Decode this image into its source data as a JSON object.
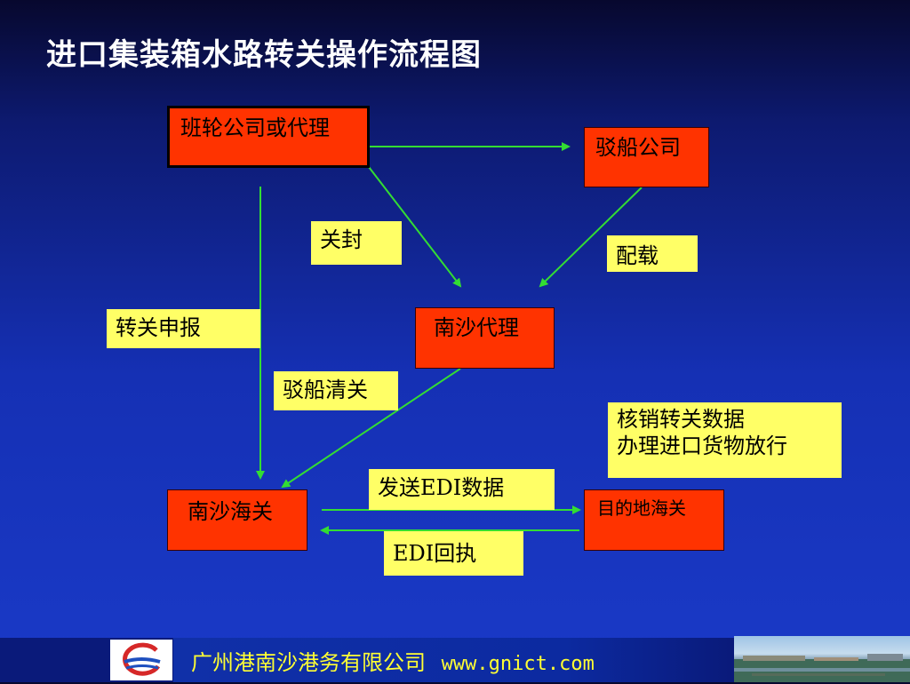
{
  "title": "进口集装箱水路转关操作流程图",
  "nodes": {
    "shipping_company": "班轮公司或代理",
    "barge_company": "驳船公司",
    "nansha_agent": "南沙代理",
    "nansha_customs": "南沙海关",
    "destination_customs": "目的地海关"
  },
  "labels": {
    "seal": "关封",
    "stowage": "配载",
    "transfer_declaration": "转关申报",
    "barge_clearance": "驳船清关",
    "verify_line1": "核销转关数据",
    "verify_line2": "办理进口货物放行",
    "send_edi": "发送EDI数据",
    "edi_receipt": "EDI回执"
  },
  "footer": {
    "company": "广州港南沙港务有限公司",
    "url": "www.gnict.com"
  },
  "colors": {
    "node_fill": "#ff3300",
    "label_fill": "#ffff66",
    "arrow": "#33dd33",
    "footer_text": "#ffff33"
  }
}
